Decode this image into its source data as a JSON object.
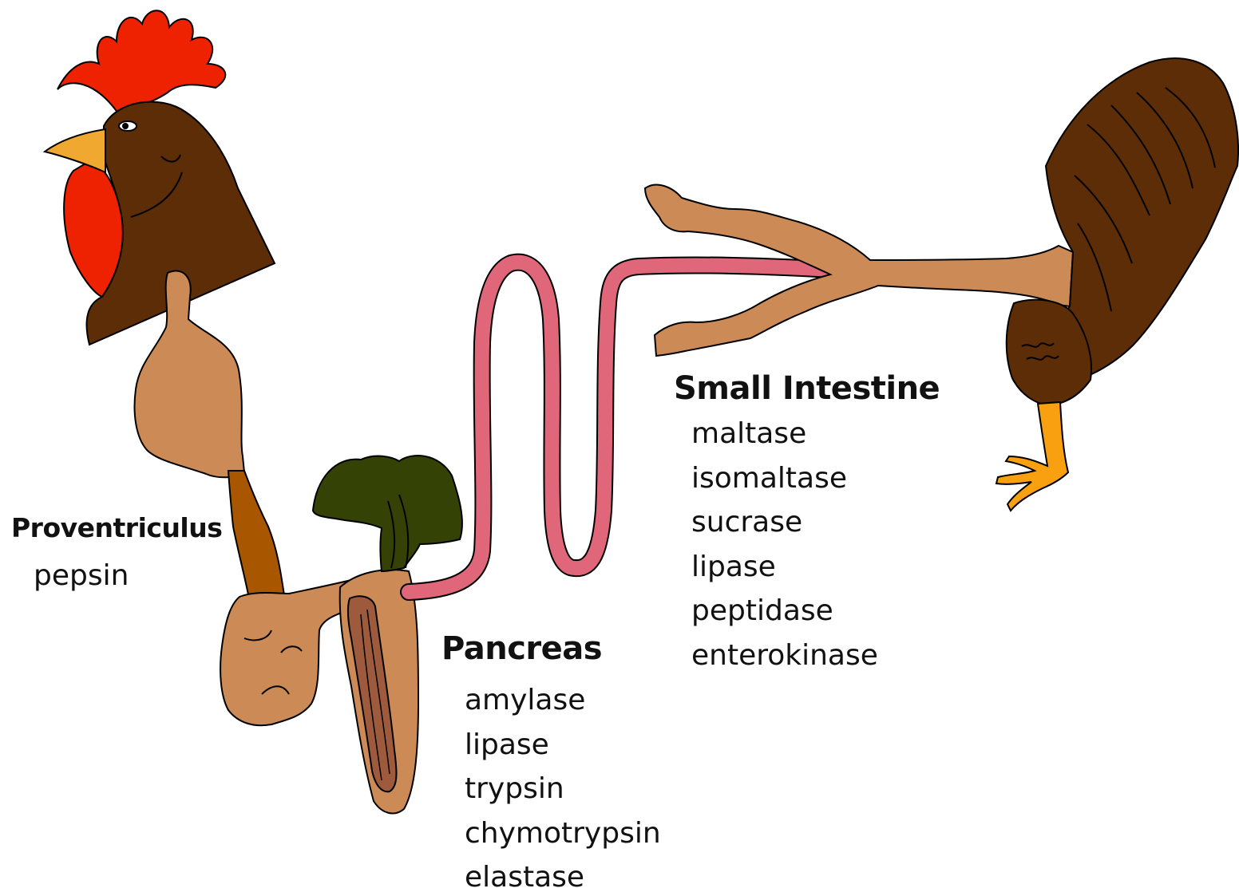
{
  "colors": {
    "comb": "#ee2200",
    "plumage": "#5c2d06",
    "beak": "#f0a830",
    "gut_tan": "#cc8a56",
    "gizzard_duct": "#a85600",
    "gizzard_inner": "#9e5a3c",
    "liver": "#354206",
    "intestine": "#e0667a",
    "feet": "#f8a010",
    "outline": "#000000"
  },
  "icons": [
    "rooster-head-icon",
    "rooster-tail-icon"
  ],
  "labels": {
    "proventriculus": {
      "title": "Proventriculus",
      "enzymes": [
        "pepsin"
      ]
    },
    "pancreas": {
      "title": "Pancreas",
      "enzymes": [
        "amylase",
        "lipase",
        "trypsin",
        "chymotrypsin",
        "elastase"
      ]
    },
    "small_intestine": {
      "title": "Small Intestine",
      "enzymes": [
        "maltase",
        "isomaltase",
        "sucrase",
        "lipase",
        "peptidase",
        "enterokinase"
      ]
    }
  }
}
